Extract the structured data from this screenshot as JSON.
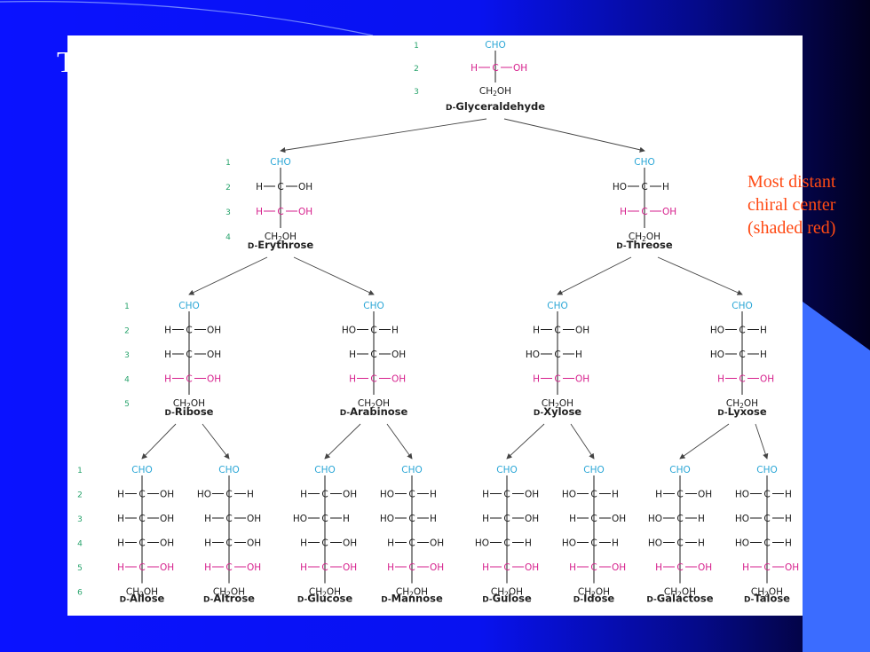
{
  "slide": {
    "title_fragment": "T",
    "note_lines": [
      "Most distant",
      "chiral center",
      "(shaded red)"
    ]
  },
  "colors": {
    "aldehyde": "#2aa6d6",
    "chiral_red": "#d61f8c",
    "black": "#1a1a1a",
    "numbers": "#27a36b",
    "note": "#ff4a14",
    "slide_blue": "#0a12ff",
    "slide_dark": "#02001e",
    "accent_blue": "#3b6cff"
  },
  "labels": {
    "top": "CHO",
    "bottom": "CH2OH",
    "h": "H",
    "oh": "OH",
    "ho": "HO",
    "c": "C",
    "prefix": "D-"
  },
  "row_numbers": [
    [
      "1",
      "2",
      "3"
    ],
    [
      "1",
      "2",
      "3",
      "4"
    ],
    [
      "1",
      "2",
      "3",
      "4",
      "5"
    ],
    [
      "1",
      "2",
      "3",
      "4",
      "5",
      "6"
    ]
  ],
  "levels": [
    [
      {
        "name": "Glyceraldehyde",
        "config": [
          "R"
        ]
      }
    ],
    [
      {
        "name": "Erythrose",
        "config": [
          "R",
          "R"
        ]
      },
      {
        "name": "Threose",
        "config": [
          "L",
          "R"
        ]
      }
    ],
    [
      {
        "name": "Ribose",
        "config": [
          "R",
          "R",
          "R"
        ]
      },
      {
        "name": "Arabinose",
        "config": [
          "L",
          "R",
          "R"
        ]
      },
      {
        "name": "Xylose",
        "config": [
          "R",
          "L",
          "R"
        ]
      },
      {
        "name": "Lyxose",
        "config": [
          "L",
          "L",
          "R"
        ]
      }
    ],
    [
      {
        "name": "Allose",
        "config": [
          "R",
          "R",
          "R",
          "R"
        ]
      },
      {
        "name": "Altrose",
        "config": [
          "L",
          "R",
          "R",
          "R"
        ]
      },
      {
        "name": "Glucose",
        "config": [
          "R",
          "L",
          "R",
          "R"
        ]
      },
      {
        "name": "Mannose",
        "config": [
          "L",
          "L",
          "R",
          "R"
        ]
      },
      {
        "name": "Gulose",
        "config": [
          "R",
          "R",
          "L",
          "R"
        ]
      },
      {
        "name": "Idose",
        "config": [
          "L",
          "R",
          "L",
          "R"
        ]
      },
      {
        "name": "Galactose",
        "config": [
          "R",
          "L",
          "L",
          "R"
        ]
      },
      {
        "name": "Talose",
        "config": [
          "L",
          "L",
          "L",
          "R"
        ]
      }
    ]
  ]
}
